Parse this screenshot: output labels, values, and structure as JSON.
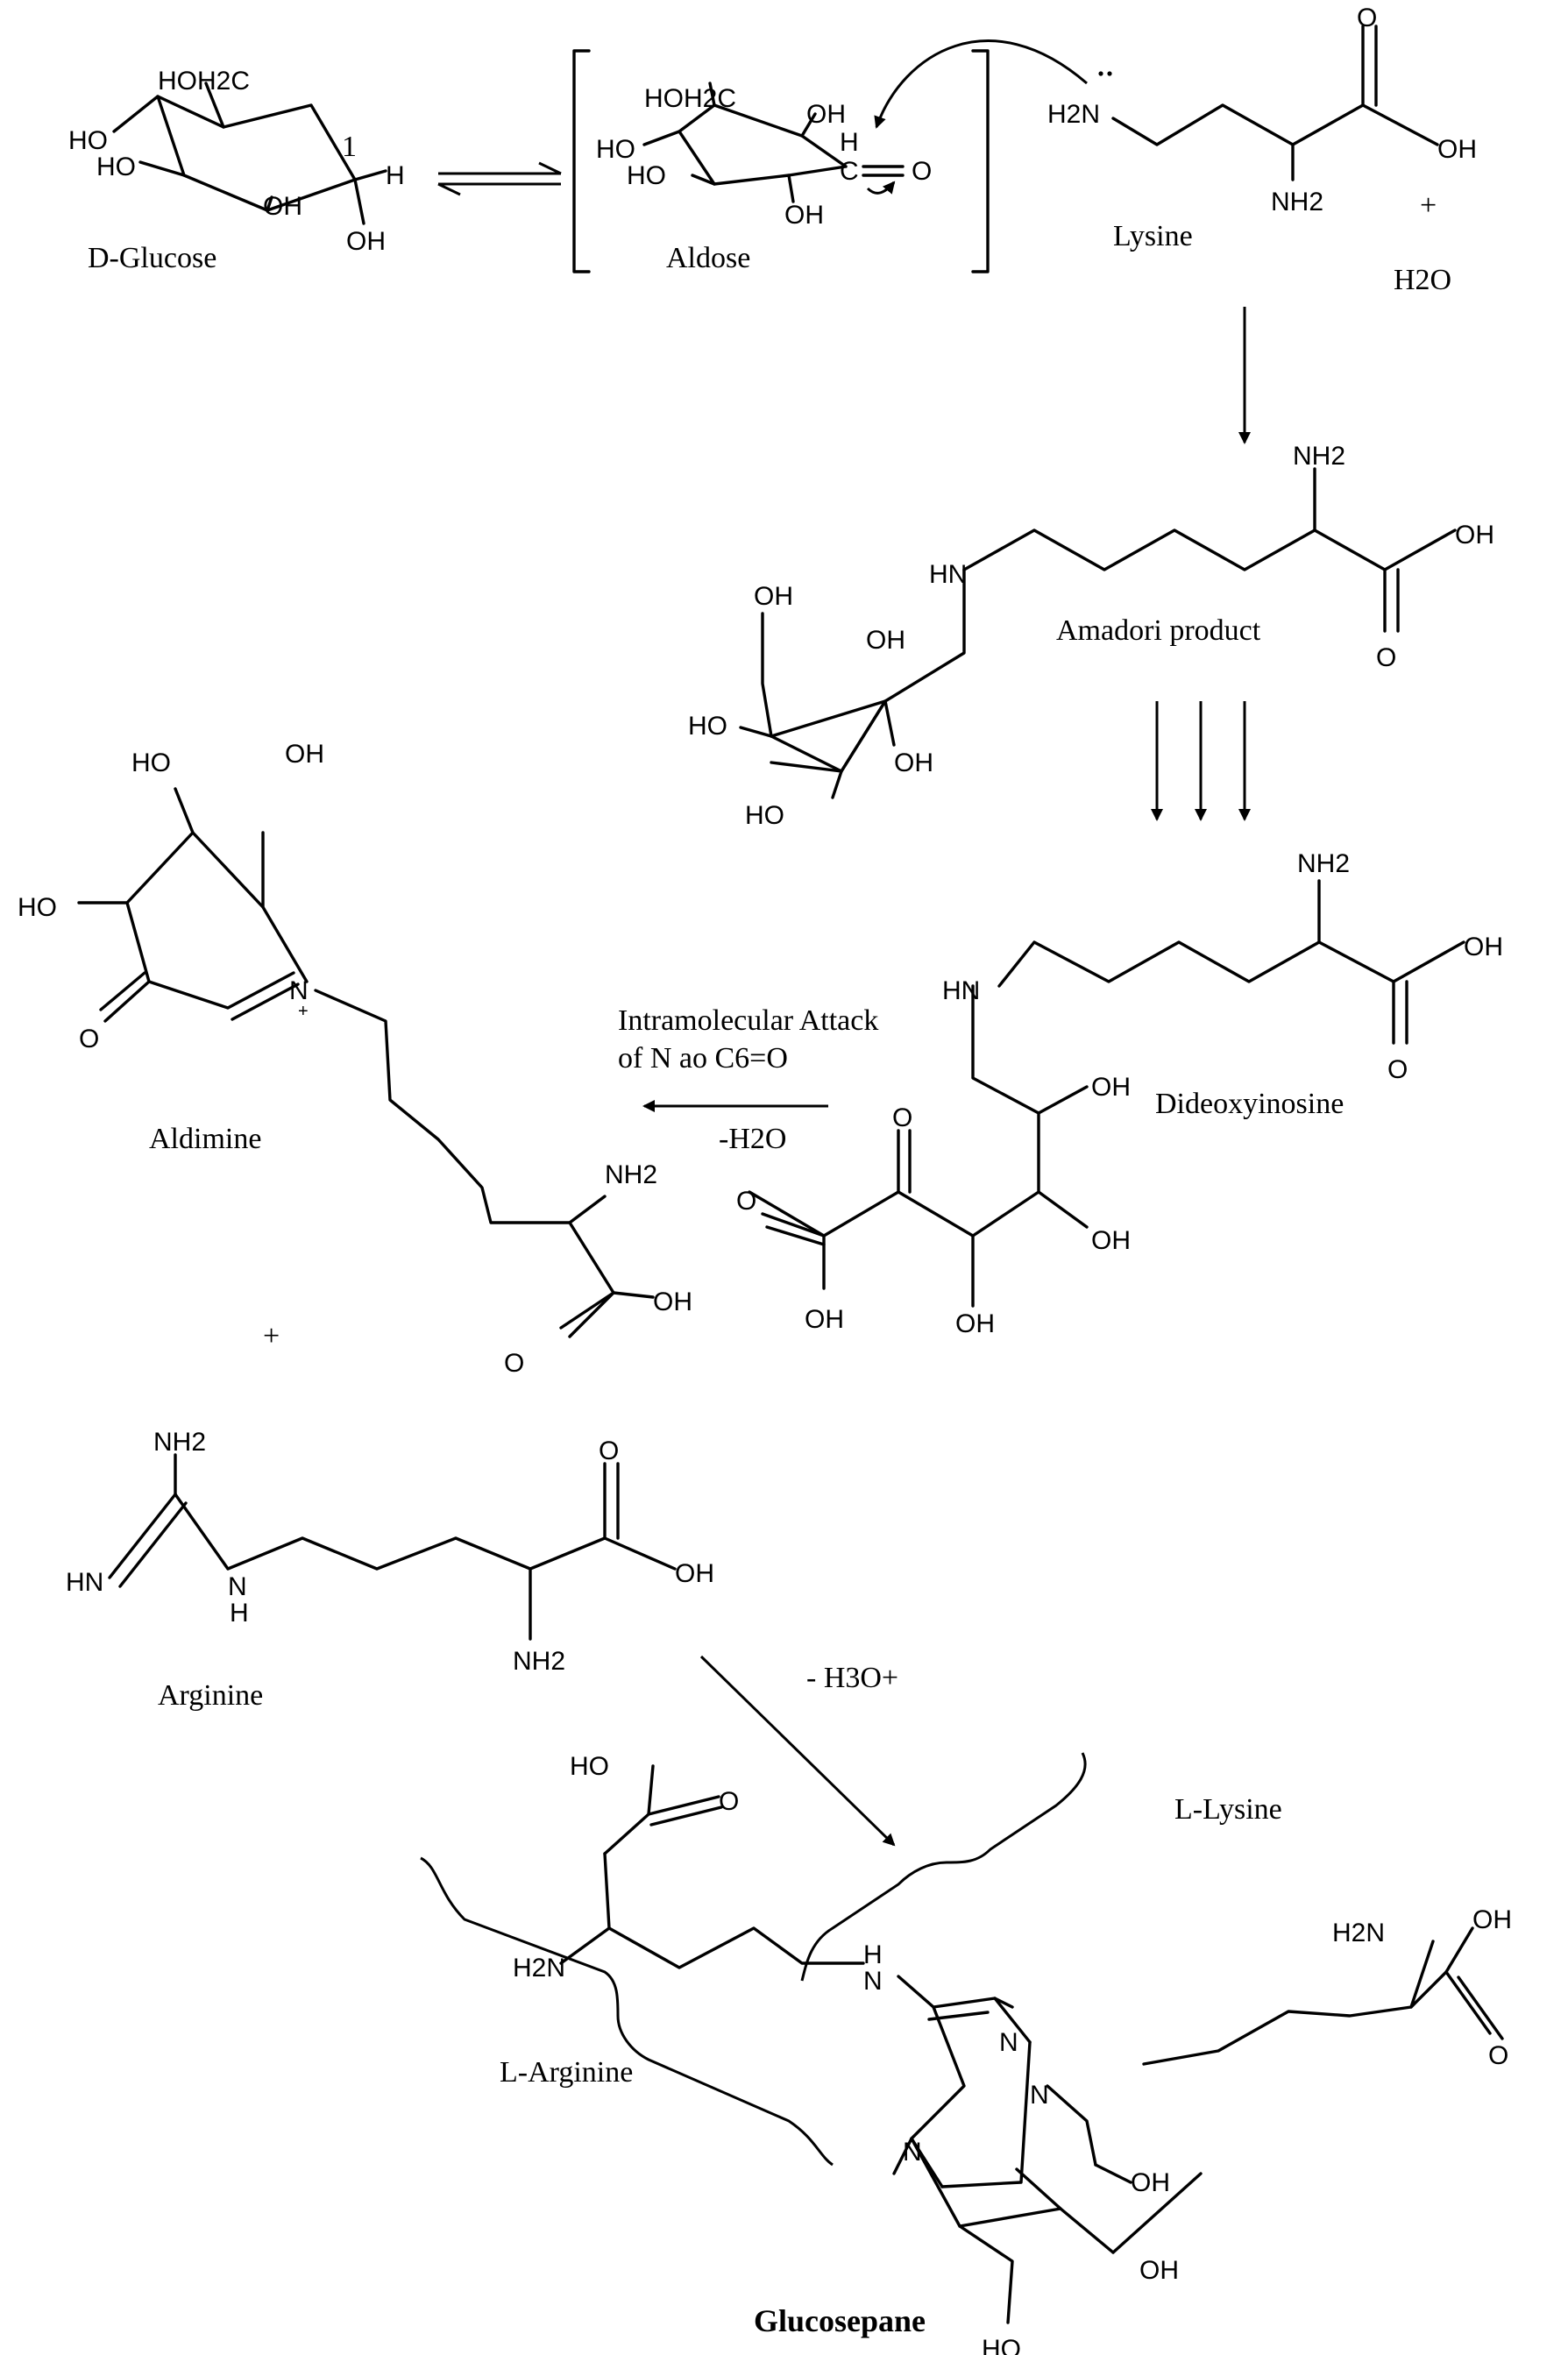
{
  "captions": {
    "d_glucose": "D-Glucose",
    "aldose": "Aldose",
    "lysine": "Lysine",
    "plus": "+",
    "water": "H2O",
    "amadori": "Amadori product",
    "dideoxyinosine": "Dideoxyinosine",
    "intramolecular_line1": "Intramolecular Attack",
    "intramolecular_line2": "of N ao C6=O",
    "minus_water": "-H2O",
    "aldimine": "Aldimine",
    "arginine": "Arginine",
    "minus_hydronium": "- H3O+",
    "l_lysine": "L-Lysine",
    "l_arginine": "L-Arginine",
    "glucosepane": "Glucosepane",
    "carbon_number": "1"
  },
  "atoms": {
    "OH": "OH",
    "HO": "HO",
    "HOH2C": "HOH2C",
    "H2N": "H2N",
    "NH2": "NH2",
    "NH": "NH",
    "HN": "HN",
    "N": "N",
    "H": "H",
    "O": "O",
    "C": "C",
    "plus_charge": "+"
  }
}
